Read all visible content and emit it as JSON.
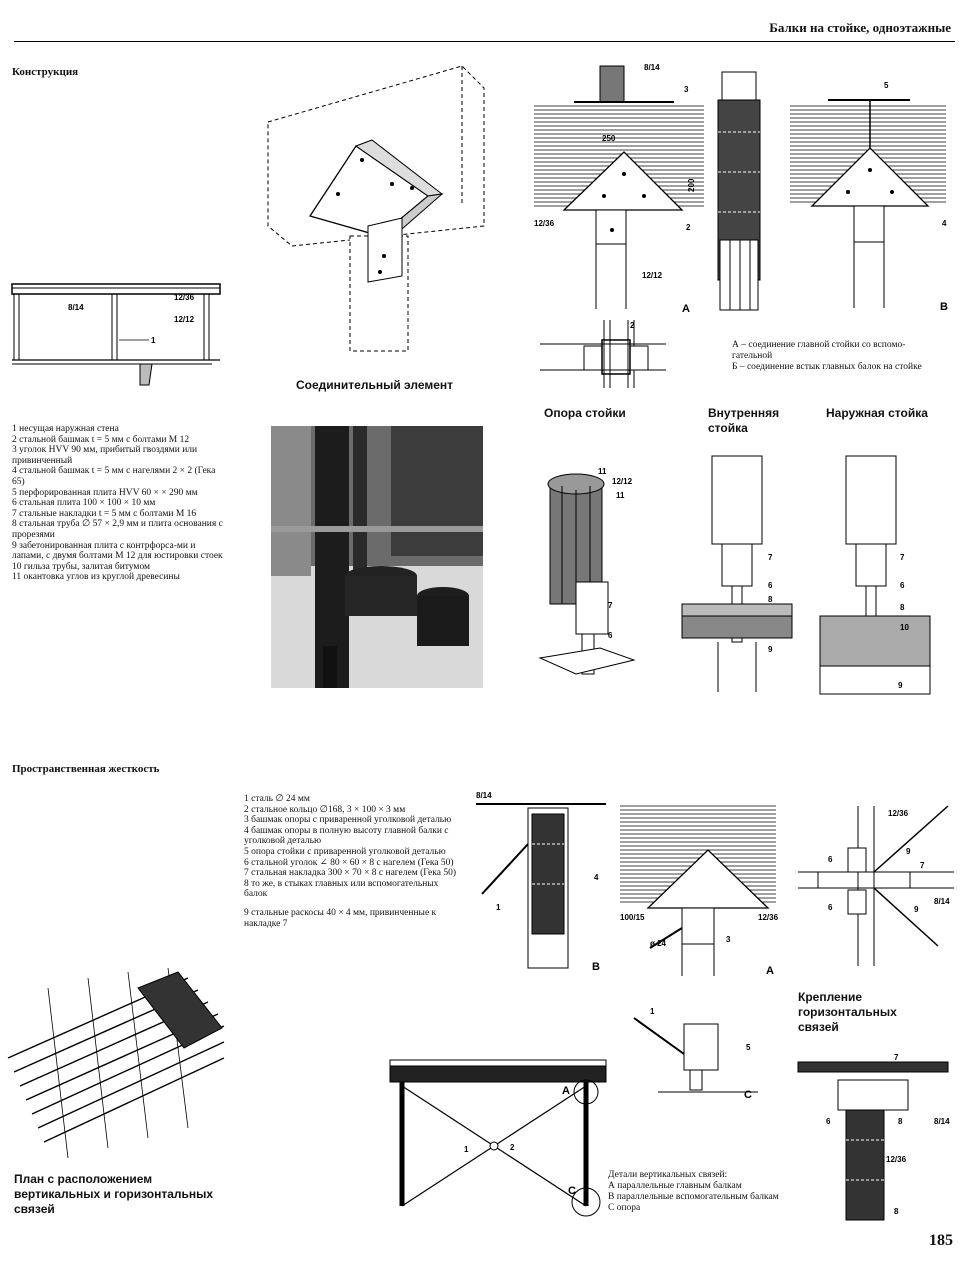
{
  "header": {
    "title": "Балки на стойке, одноэтажные"
  },
  "sections": {
    "construction": "Конструкция",
    "rigidity": "Пространственная жесткость"
  },
  "captions": {
    "connector": "Соединительный элемент",
    "column_base": "Опора стойки",
    "inner_column": "Внутренняя стойка",
    "outer_column": "Наружная стойка",
    "horizontal_bracing": "Крепление горизонтальных связей",
    "plan": "План с расположением вертикальных и горизонтальных связей"
  },
  "construction_legend": [
    "1 несущая наружная стена",
    "2 стальной башмак t = 5 мм с болтами М 12",
    "3 уголок HVV 90 мм, прибитый гвоздями или привинченный",
    "4 стальной башмак t = 5 мм с нагелями 2 × 2 (Гека 65)",
    "5 перфорированная плита HVV 60 × × 290 мм",
    "6 стальная плита 100 × 100 × 10 мм",
    "7 стальные накладки t = 5 мм с болтами М 16",
    "8 стальная труба ∅ 57 × 2,9 мм и плита основания с прорезями",
    "9 забетонированная плита с контрфорса-ми и лапами, с двумя болтами М 12 для юстировки стоек",
    "10 гильза трубы, залитая битумом",
    "11 окантовка углов из круглой древесины"
  ],
  "joint_notes": [
    "А – соединение главной стойки со вспомо-гательной",
    "Б – соединение встык главных балок на стойке"
  ],
  "rigidity_legend": [
    "1 сталь ∅ 24 мм",
    "2 стальное кольцо ∅168, 3 × 100 × 3 мм",
    "3 башмак опоры с приваренной уголковой деталью",
    "4 башмак опоры в полную высоту главной балки с уголковой деталью",
    "5 опора стойки с приваренной уголковой деталью",
    "6 стальной уголок ∠ 80 × 60 × 8 с нагелем (Гека 50)",
    "7 стальная накладка 300 × 70 × 8 с нагелем (Гека 50)",
    "8 то же, в стыках главных или вспомогательных балок",
    "9 стальные раскосы 40 × 4 мм, привинченные к накладке 7"
  ],
  "vertical_bracing": {
    "title": "Детали вертикальных связей:",
    "items": [
      "А параллельные главным балкам",
      "В параллельные вспомогательным балкам",
      "С опора"
    ]
  },
  "labels": {
    "a": "A",
    "b": "B",
    "c": "C",
    "dim_250": "250",
    "dim_200": "200",
    "l_8_14": "8/14",
    "l_12_36": "12/36",
    "l_12_12": "12/12",
    "l_100_15": "100/15",
    "l_d24": "ø 24"
  },
  "page_number": "185"
}
